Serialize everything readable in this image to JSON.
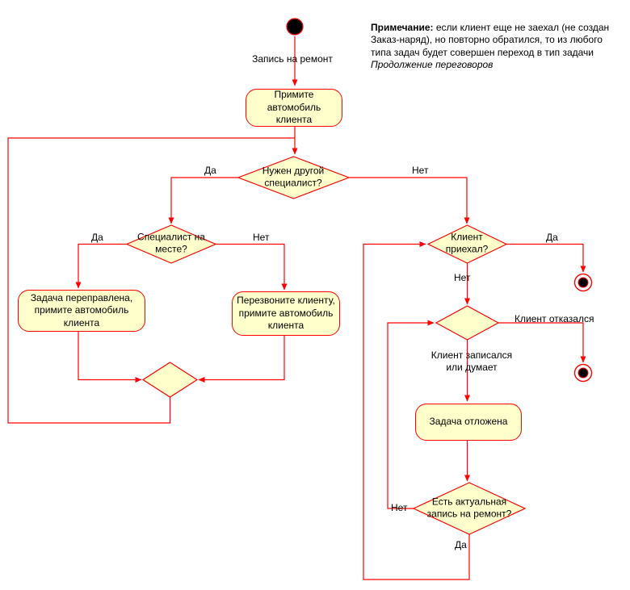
{
  "colors": {
    "line": "#ff0000",
    "node_fill": "#ffffcc",
    "text": "#000000"
  },
  "note": {
    "label": "Примечание:",
    "text": " если клиент еще не заехал (не создан\nЗаказ-наряд), но повторно обратился, то из любого\nтипа задач будет совершен переход в тип задачи",
    "italic": "Продолжение переговоров"
  },
  "nodes": {
    "start_label": "Запись на ремонт",
    "receive_car": "Примите\nавтомобиль\nклиента",
    "need_other_specialist": "Нужен другой\nспециалист?",
    "specialist_on_site": "Специалист на\nместе?",
    "task_forwarded": "Задача переправлена,\nпримите автомобиль\nклиента",
    "call_back_client": "Перезвоните клиенту,\nпримите автомобиль\nклиента",
    "client_arrived": "Клиент\nприехал?",
    "task_postponed": "Задача отложена",
    "actual_repair_record": "Есть актуальная\nзапись на ремонт?"
  },
  "edge_labels": {
    "d1_yes": "Да",
    "d1_no": "Нет",
    "d2_yes": "Да",
    "d2_no": "Нет",
    "d3_yes": "Да",
    "d3_no": "Нет",
    "client_declined": "Клиент отказался",
    "client_scheduled": "Клиент записался\nили думает",
    "d5_no": "Нет",
    "d5_yes": "Да"
  }
}
